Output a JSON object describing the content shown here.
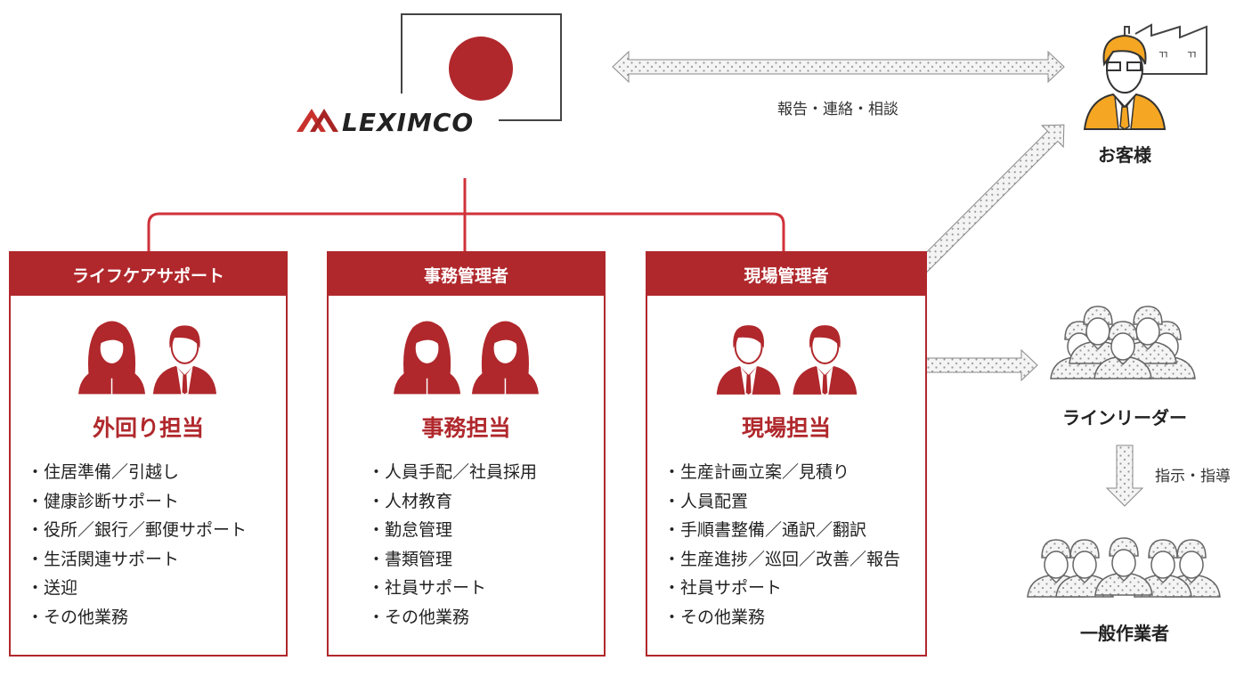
{
  "logo": {
    "text": "LEXIMCO"
  },
  "top_arrow": {
    "label": "報告・連絡・相談"
  },
  "customer": {
    "label": "お客様"
  },
  "line_leader": {
    "label": "ラインリーダー"
  },
  "down_arrow": {
    "label": "指示・指導"
  },
  "workers": {
    "label": "一般作業者"
  },
  "colors": {
    "accent": "#b0282c",
    "customer": "#f5a623"
  },
  "boxes": [
    {
      "header": "ライフケアサポート",
      "role": "外回り担当",
      "items": [
        "住居準備／引越し",
        "健康診断サポート",
        "役所／銀行／郵便サポート",
        "生活関連サポート",
        "送迎",
        "その他業務"
      ]
    },
    {
      "header": "事務管理者",
      "role": "事務担当",
      "items": [
        "人員手配／社員採用",
        "人材教育",
        "勤怠管理",
        "書類管理",
        "社員サポート",
        "その他業務"
      ]
    },
    {
      "header": "現場管理者",
      "role": "現場担当",
      "items": [
        "生産計画立案／見積り",
        "人員配置",
        "手順書整備／通訳／翻訳",
        "生産進捗／巡回／改善／報告",
        "社員サポート",
        "その他業務"
      ]
    }
  ]
}
